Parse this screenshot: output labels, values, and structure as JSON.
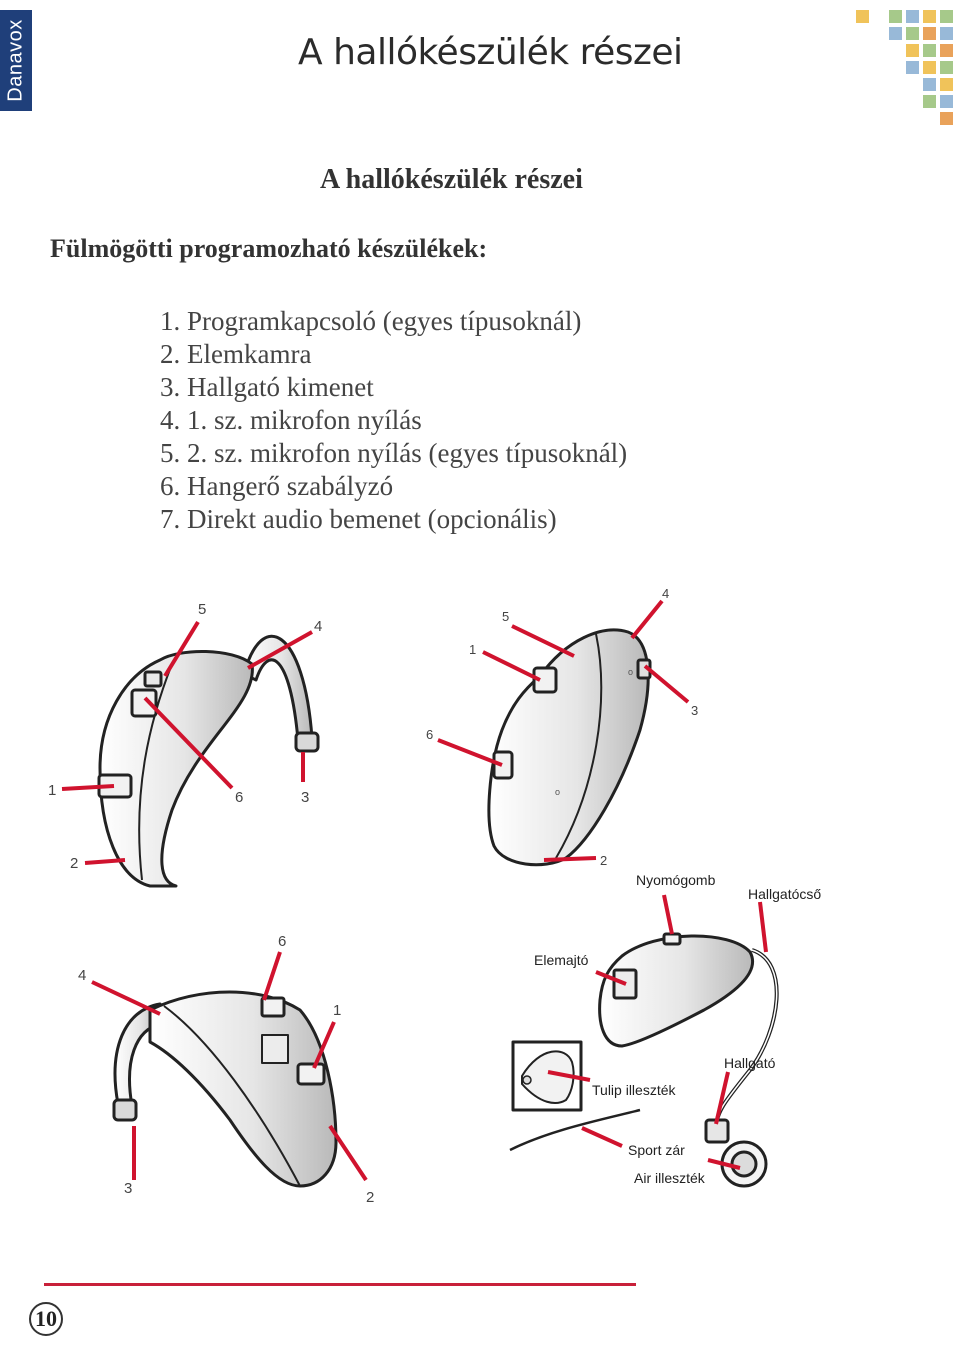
{
  "header": {
    "brand": "Danavox",
    "title": "A hallókészülék részei",
    "mosaic_colors": [
      "#f0c35a",
      "#a6c98a",
      "#98b9d8",
      "#e9a25a"
    ]
  },
  "content": {
    "subtitle": "A hallókészülék részei",
    "section_heading": "Fülmögötti programozható készülékek:",
    "parts": [
      "1. Programkapcsoló (egyes típusoknál)",
      "2. Elemkamra",
      "3. Hallgató kimenet",
      "4. 1. sz. mikrofon nyílás",
      "5. 2. sz. mikrofon nyílás (egyes típusoknál)",
      "6. Hangerő szabályzó",
      "7. Direkt audio bemenet (opcionális)"
    ]
  },
  "diagrams": {
    "leader_color": "#d0132e",
    "device_a": {
      "labels": [
        "5",
        "4",
        "1",
        "6",
        "3",
        "2"
      ]
    },
    "device_b": {
      "labels": [
        "4",
        "5",
        "1",
        "3",
        "6",
        "2"
      ]
    },
    "device_c": {
      "labels": [
        "6",
        "4",
        "1",
        "3",
        "2"
      ]
    },
    "device_d": {
      "labels": [
        "Nyomógomb",
        "Hallgatócső",
        "Elemajtó",
        "Hallgató",
        "Tulip illeszték",
        "Sport zár",
        "Air illeszték"
      ]
    }
  },
  "footer": {
    "page_number": "10",
    "rule_color": "#c8203a"
  }
}
